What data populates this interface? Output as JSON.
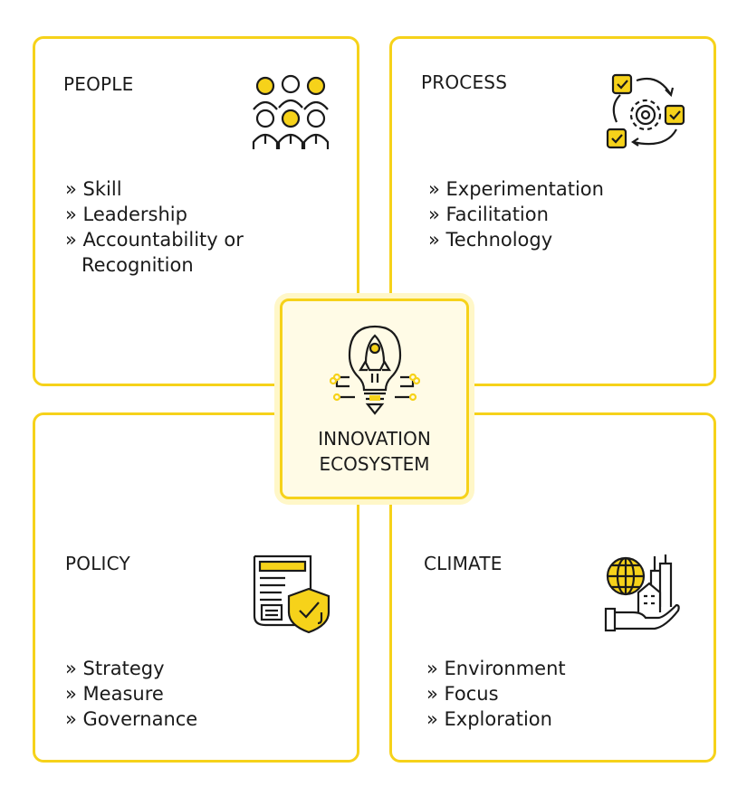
{
  "center": {
    "title_line1": "INNOVATION",
    "title_line2": "ECOSYSTEM",
    "icon": "rocket-lightbulb-icon"
  },
  "quadrants": [
    {
      "title": "PEOPLE",
      "icon": "people-group-icon",
      "items": [
        "Skill",
        "Leadership",
        "Accountability or Recognition"
      ]
    },
    {
      "title": "PROCESS",
      "icon": "process-cycle-gear-icon",
      "items": [
        "Experimentation",
        "Facilitation",
        "Technology"
      ]
    },
    {
      "title": "POLICY",
      "icon": "policy-document-shield-icon",
      "items": [
        "Strategy",
        "Measure",
        "Governance"
      ]
    },
    {
      "title": "CLIMATE",
      "icon": "globe-city-hand-icon",
      "items": [
        "Environment",
        "Focus",
        "Exploration"
      ]
    }
  ],
  "colors": {
    "accent": "#f6d21a",
    "center_fill": "#fffbe6",
    "text": "#1a1a1a"
  }
}
